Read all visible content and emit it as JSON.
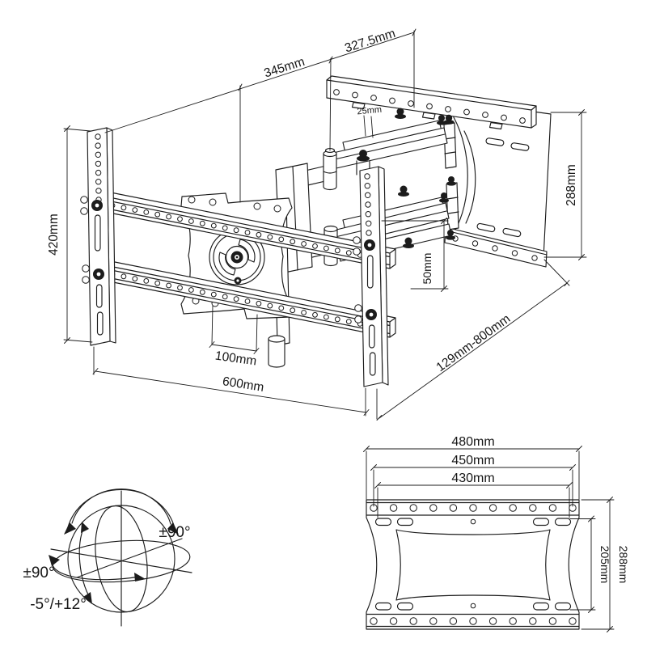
{
  "main_view": {
    "dim_arm_segment_a": "345mm",
    "dim_arm_segment_b": "327.5mm",
    "dim_hole_spacing": "25mm",
    "dim_wall_plate_height": "288mm",
    "dim_bracket_height": "420mm",
    "dim_arm_offset": "50mm",
    "dim_vesa_spacing": "100mm",
    "dim_rail_width": "600mm",
    "dim_extension_range": "129mm-800mm"
  },
  "rotation_view": {
    "dim_swivel": "±90°",
    "dim_pan": "±90°",
    "dim_tilt": "-5°/+12°"
  },
  "wall_plate_view": {
    "dim_outer_width": "480mm",
    "dim_hole_width": "450mm",
    "dim_slot_width": "430mm",
    "dim_slot_height": "205mm",
    "dim_plate_height": "288mm"
  }
}
